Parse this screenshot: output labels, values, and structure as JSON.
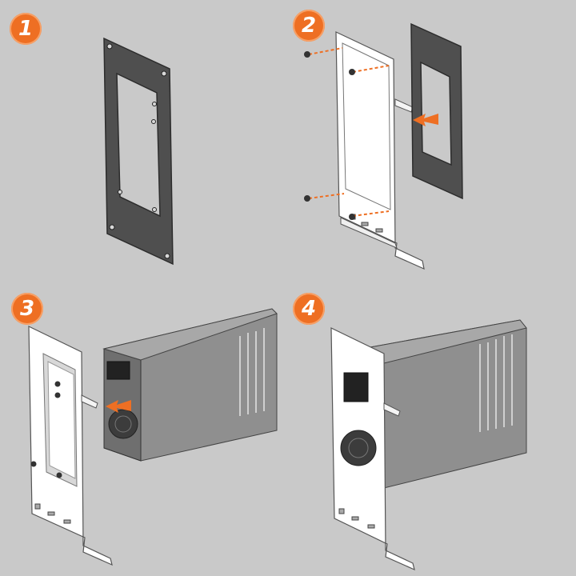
{
  "steps": [
    {
      "number": "1"
    },
    {
      "number": "2"
    },
    {
      "number": "3"
    },
    {
      "number": "4"
    }
  ],
  "colors": {
    "background": "#c9c9c9",
    "badge": "#ee6f23",
    "plate": "#5a5a5a",
    "bracket": "#ffffff",
    "psu": "#9a9a9a",
    "arrow": "#ee6f23"
  },
  "icons": [
    "adapter-plate-icon",
    "bracket-icon",
    "screw-icon",
    "arrow-icon",
    "psu-icon",
    "fan-grille-icon"
  ]
}
